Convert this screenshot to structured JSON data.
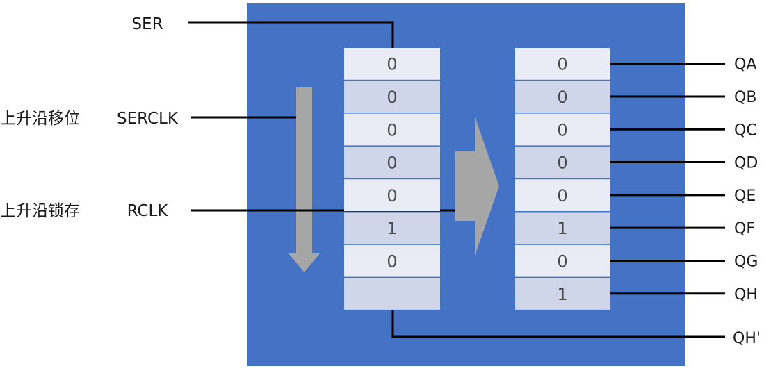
{
  "inputs": {
    "ser": "SER",
    "serclk": "SERCLK",
    "rclk": "RCLK"
  },
  "notes": {
    "shift": "上升沿移位",
    "latch": "上升沿锁存"
  },
  "shift_register": {
    "cells": [
      "0",
      "0",
      "0",
      "0",
      "0",
      "1",
      "0",
      ""
    ]
  },
  "storage_register": {
    "cells": [
      "0",
      "0",
      "0",
      "0",
      "0",
      "1",
      "0",
      "1"
    ]
  },
  "outputs": [
    "QA",
    "QB",
    "QC",
    "QD",
    "QE",
    "QF",
    "QG",
    "QH"
  ],
  "serial_output": "QH'",
  "colors": {
    "background_panel": "#4472c4",
    "cell_light": "#e9ecf5",
    "cell_dark": "#d0d6ea",
    "arrow": "#a6a6a6",
    "wire": "#000000"
  }
}
